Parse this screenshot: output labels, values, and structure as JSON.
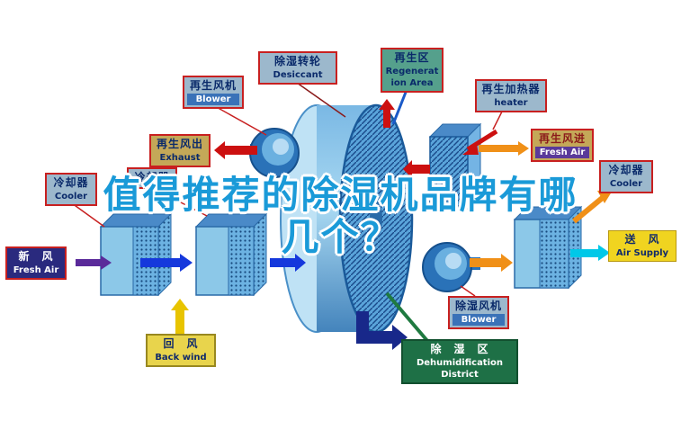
{
  "title": {
    "line1": "值得推荐的除湿机品牌有哪",
    "line2": "几个？"
  },
  "labels": {
    "desiccant": {
      "zh": "除湿转轮",
      "en": "Desiccant"
    },
    "regeneration_area": {
      "zh": "再生区",
      "en": "Regeneration Area"
    },
    "regen_blower": {
      "zh": "再生风机",
      "en": "Blower"
    },
    "regen_heater": {
      "zh": "再生加热器",
      "en": "heater"
    },
    "exhaust": {
      "zh": "再生风出",
      "en": "Exhaust"
    },
    "regen_fresh_air": {
      "zh": "再生风进",
      "en": "Fresh Air"
    },
    "cooler_left": {
      "zh": "冷却器",
      "en": "Cooler"
    },
    "cooler_mid": {
      "zh": "冷却器"
    },
    "cooler_right": {
      "zh": "冷却器",
      "en": "Cooler"
    },
    "fresh_air": {
      "zh": "新　风",
      "en": "Fresh Air"
    },
    "air_supply": {
      "zh": "送　风",
      "en": "Air Supply"
    },
    "back_wind": {
      "zh": "回　风",
      "en": "Back wind"
    },
    "dehumid_blower": {
      "zh": "除湿风机",
      "en": "Blower"
    },
    "dehumid_district": {
      "zh": "除　湿　区",
      "en": "Dehumidification District"
    }
  },
  "colors": {
    "title_blue": "#1a9ad8",
    "label_border_red": "#c82020",
    "steel_label_bg": "#9cb8cc",
    "teal_label_bg": "#55a08c",
    "tan_label_bg": "#c4a858",
    "navy_label_bg": "#2a2a7e",
    "yellow_label_bg": "#f0d420",
    "green_label_bg": "#1e7046",
    "blue_arrow": "#1538dc",
    "purple_arrow": "#5a2a9a",
    "red_arrow": "#cc1010",
    "orange_arrow": "#f09018",
    "cyan_arrow": "#00c8e8",
    "yellow_arrow": "#e8c400",
    "wheel_blue": "#5aa4da"
  }
}
